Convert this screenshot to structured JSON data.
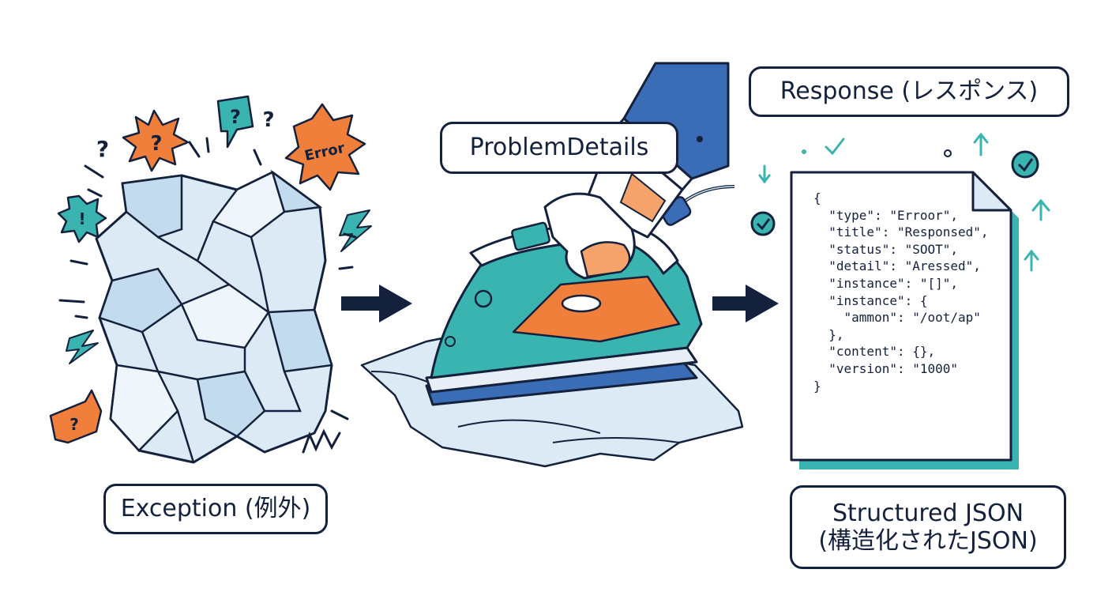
{
  "labels": {
    "exception": "Exception (例外)",
    "problem_details": "ProblemDetails",
    "response": "Response (レスポンス)",
    "structured_line1": "Structured JSON",
    "structured_line2": "(構造化されたJSON)"
  },
  "burst_text": {
    "error": "Error",
    "question": "?",
    "exclaim": "!"
  },
  "json_lines": [
    "{",
    "  \"type\": \"Erroor\",",
    "  \"title\": \"Responsed\",",
    "  \"status\": \"SOOT\",",
    "  \"detail\": \"Aressed\",",
    "  \"instance\": \"[]\",",
    "  \"instance\": {",
    "    \"ammon\": \"/oot/ap\"",
    "  },",
    "  \"content\": {},",
    "  \"version\": \"1000\"",
    "}"
  ],
  "colors": {
    "ink": "#14213d",
    "orange": "#f07f3c",
    "teal": "#3ab4b0",
    "ice": "#cde4f2",
    "navy_sleeve": "#3a6db5",
    "skin": "#f6a36b"
  },
  "icons": [
    "crumpled-paper-icon",
    "iron-icon",
    "hand-icon",
    "json-document-icon",
    "check-circle-icon",
    "arrow-right-icon"
  ]
}
